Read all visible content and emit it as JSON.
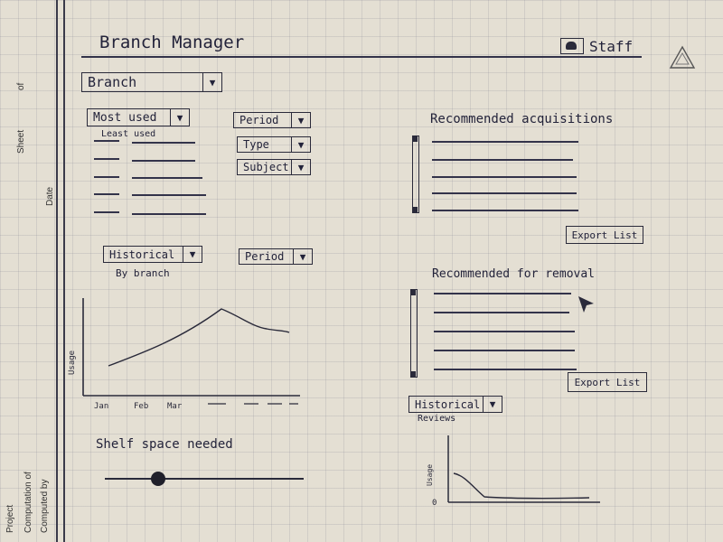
{
  "header": {
    "title": "Branch Manager",
    "user_label": "Staff",
    "logo_icon": "recycle-icon"
  },
  "margin": {
    "sheet": "Sheet",
    "of": "of",
    "date": "Date",
    "project": "Project",
    "computation_of": "Computation of",
    "computed_by": "Computed by"
  },
  "branch_select": {
    "value": "Branch"
  },
  "left_top": {
    "sort_select": "Most used",
    "sort_alt": "Least used",
    "period_select": "Period",
    "type_select": "Type",
    "subject_select": "Subject"
  },
  "historical": {
    "select": "Historical",
    "by": "By branch",
    "period_select": "Period",
    "chart": {
      "ylabel": "Usage",
      "xticks": [
        "Jan",
        "Feb",
        "Mar"
      ]
    }
  },
  "shelf": {
    "title": "Shelf space needed",
    "slider_value": 0.27
  },
  "acquisitions": {
    "title": "Recommended acquisitions",
    "export": "Export List",
    "row_count": 5
  },
  "removal": {
    "title": "Recommended for removal",
    "export": "Export List",
    "row_count": 5
  },
  "reviews": {
    "select": "Historical",
    "label": "Reviews",
    "chart": {
      "ylabel": "Usage",
      "yzero": "0"
    }
  },
  "colors": {
    "ink": "#2a2a3a",
    "paper": "#e4dfd3"
  }
}
